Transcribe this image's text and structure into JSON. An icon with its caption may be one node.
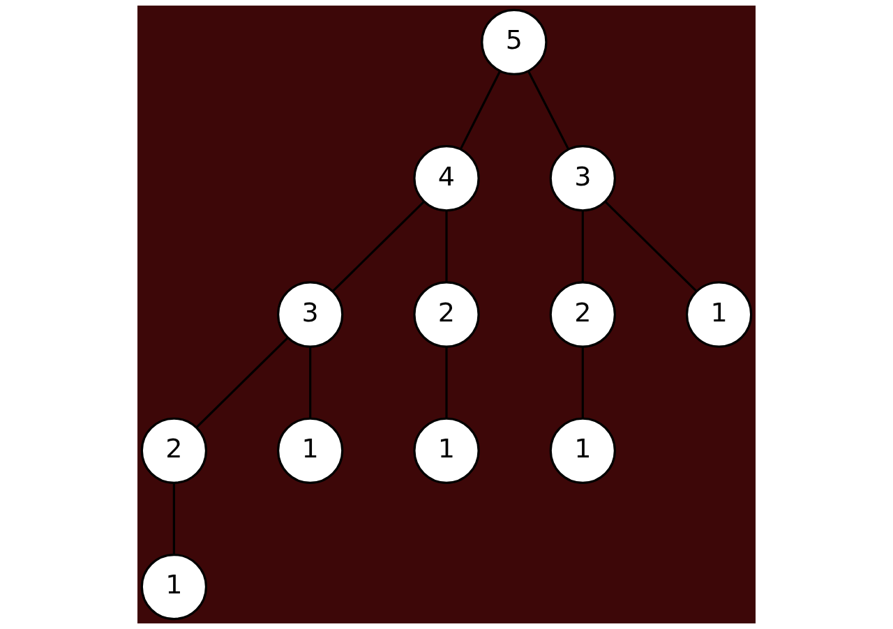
{
  "diagram": {
    "nodes": [
      {
        "text": [
          "5"
        ]
      },
      {
        "text": [
          "4"
        ]
      },
      {
        "text": [
          "3"
        ]
      },
      {
        "text": [
          "3"
        ]
      },
      {
        "text": [
          "2"
        ]
      },
      {
        "text": [
          "2"
        ]
      },
      {
        "text": [
          "1"
        ]
      },
      {
        "text": [
          "2"
        ]
      },
      {
        "text": [
          "1"
        ]
      },
      {
        "text": [
          "1"
        ]
      },
      {
        "text": [
          "1"
        ]
      },
      {
        "text": [
          "1"
        ]
      }
    ],
    "edges": [
      {
        "from": 0,
        "to": 1,
        "arrow": "none"
      },
      {
        "from": 0,
        "to": 2,
        "arrow": "none"
      },
      {
        "from": 1,
        "to": 3,
        "arrow": "none"
      },
      {
        "from": 1,
        "to": 4,
        "arrow": "none"
      },
      {
        "from": 2,
        "to": 5,
        "arrow": "none"
      },
      {
        "from": 2,
        "to": 6,
        "arrow": "none"
      },
      {
        "from": 3,
        "to": 7,
        "arrow": "none"
      },
      {
        "from": 3,
        "to": 8,
        "arrow": "none"
      },
      {
        "from": 4,
        "to": 9,
        "arrow": "none"
      },
      {
        "from": 5,
        "to": 10,
        "arrow": "none"
      },
      {
        "from": 7,
        "to": 11,
        "arrow": "none"
      }
    ]
  }
}
